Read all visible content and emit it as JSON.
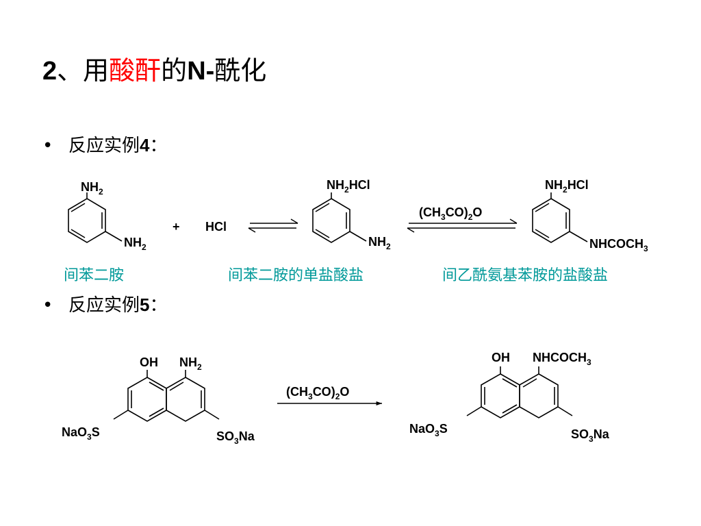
{
  "slide": {
    "title_num": "2",
    "title_pre": "、用",
    "title_red": "酸酐",
    "title_mid": "的",
    "title_n": "N-",
    "title_post": "酰化"
  },
  "example4": {
    "bullet": "•",
    "label": "反应实例",
    "num": "4",
    "colon": "：",
    "plus": "+",
    "hcl": "HCl",
    "reagent_a": "(CH",
    "reagent_sub1": "3",
    "reagent_b": "CO)",
    "reagent_sub2": "2",
    "reagent_c": "O",
    "mol1": {
      "nh": "NH",
      "sub": "2",
      "caption": "间苯二胺"
    },
    "mol2": {
      "top_nh": "NH",
      "top_sub": "2",
      "top_hcl": "HCl",
      "side_nh": "NH",
      "side_sub": "2",
      "caption": "间苯二胺的单盐酸盐"
    },
    "mol3": {
      "top_nh": "NH",
      "top_sub": "2",
      "top_hcl": "HCl",
      "side_a": "NHCOCH",
      "side_sub": "3",
      "caption": "间乙酰氨基苯胺的盐酸盐"
    }
  },
  "example5": {
    "bullet": "•",
    "label": "反应实例",
    "num": "5",
    "colon": "：",
    "reagent_a": "(CH",
    "reagent_sub1": "3",
    "reagent_b": "CO)",
    "reagent_sub2": "2",
    "reagent_c": "O",
    "mol1": {
      "oh": "OH",
      "nh": "NH",
      "nh_sub": "2",
      "left_a": "NaO",
      "left_sub": "3",
      "left_b": "S",
      "right_a": "SO",
      "right_sub": "3",
      "right_b": "Na"
    },
    "mol2": {
      "oh": "OH",
      "ac_a": "NHCOCH",
      "ac_sub": "3",
      "left_a": "NaO",
      "left_sub": "3",
      "left_b": "S",
      "right_a": "SO",
      "right_sub": "3",
      "right_b": "Na"
    }
  }
}
